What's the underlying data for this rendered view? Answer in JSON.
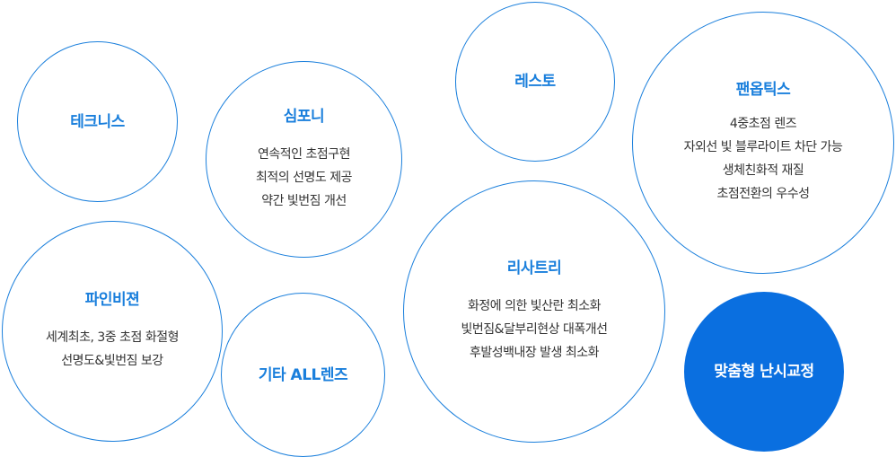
{
  "bubbles": {
    "technis": {
      "title": "테크니스"
    },
    "symphony": {
      "title": "심포니",
      "lines": [
        "연속적인 초점구현",
        "최적의 선명도 제공",
        "약간 빛번짐 개선"
      ]
    },
    "resto": {
      "title": "레스토"
    },
    "panoptix": {
      "title": "팬옵틱스",
      "lines": [
        "4중초점 렌즈",
        "자외선 빛 블루라이트 차단 가능",
        "생체친화적 재질",
        "초점전환의 우수성"
      ]
    },
    "finevision": {
      "title": "파인비젼",
      "lines": [
        "세계최초, 3중 초점 화절형",
        "선명도&빛번짐 보강"
      ]
    },
    "etc": {
      "title": "기타 ALL렌즈"
    },
    "lisatri": {
      "title": "리사트리",
      "lines": [
        "화정에 의한 빛산란 최소화",
        "빛번짐&달부리현상 대폭개선",
        "후발성백내장 발생 최소화"
      ]
    },
    "custom": {
      "title": "맞춤형 난시교정"
    }
  },
  "colors": {
    "accent": "#1a7fdc",
    "filled": "#0a6fe0",
    "text": "#333333"
  }
}
